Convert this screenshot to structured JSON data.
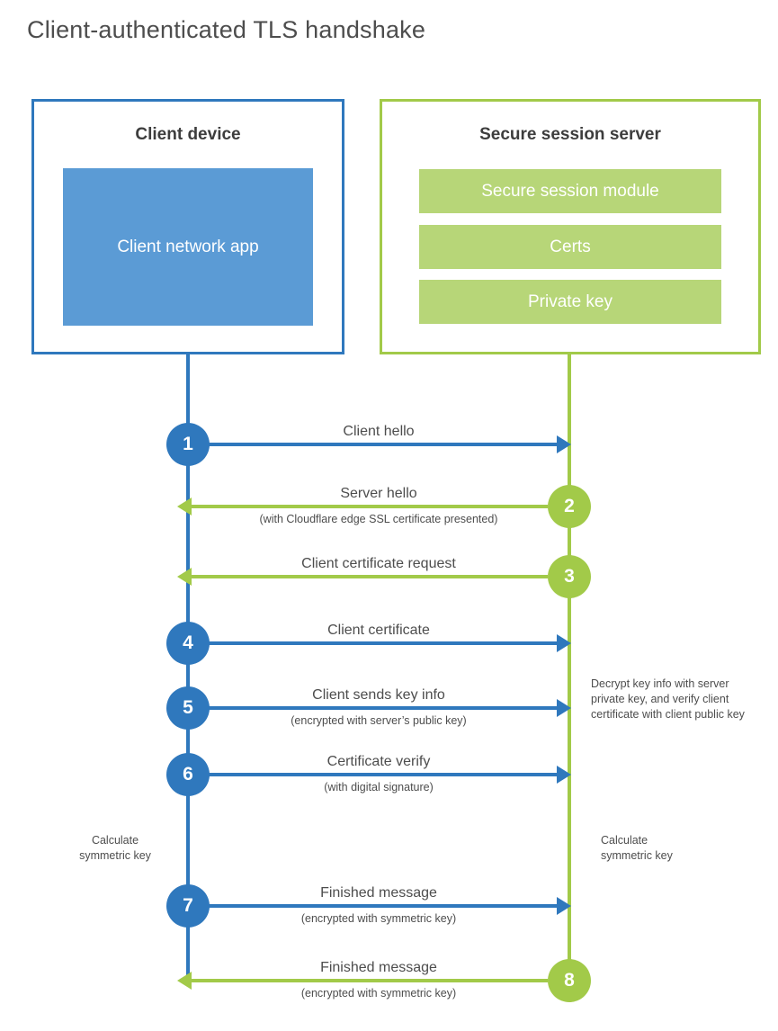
{
  "title": "Client-authenticated TLS handshake",
  "colors": {
    "client_accent": "#2f78bd",
    "client_fill": "#5b9bd5",
    "server_accent": "#a2ca49",
    "server_fill": "#b7d678",
    "text": "#4d4d4d",
    "heading_text": "#3d3d3d",
    "white_text": "#ffffff"
  },
  "client_box": {
    "title": "Client device",
    "app_label": "Client network app"
  },
  "server_box": {
    "title": "Secure session server",
    "modules": [
      "Secure session module",
      "Certs",
      "Private key"
    ]
  },
  "steps": [
    {
      "num": "1",
      "label": "Client hello",
      "sublabel": "",
      "direction": "right",
      "color": "blue"
    },
    {
      "num": "2",
      "label": "Server hello",
      "sublabel": "(with Cloudflare edge SSL certificate presented)",
      "direction": "left",
      "color": "green"
    },
    {
      "num": "3",
      "label": "Client certificate request",
      "sublabel": "",
      "direction": "left",
      "color": "green"
    },
    {
      "num": "4",
      "label": "Client certificate",
      "sublabel": "",
      "direction": "right",
      "color": "blue"
    },
    {
      "num": "5",
      "label": "Client sends key info",
      "sublabel": "(encrypted with server’s public key)",
      "direction": "right",
      "color": "blue"
    },
    {
      "num": "6",
      "label": "Certificate verify",
      "sublabel": "(with digital signature)",
      "direction": "right",
      "color": "blue"
    },
    {
      "num": "7",
      "label": "Finished message",
      "sublabel": "(encrypted with symmetric key)",
      "direction": "right",
      "color": "blue"
    },
    {
      "num": "8",
      "label": "Finished message",
      "sublabel": "(encrypted with symmetric key)",
      "direction": "left",
      "color": "green"
    }
  ],
  "notes": {
    "decrypt": "Decrypt key info with server private key, and verify client certificate with client public key",
    "calc_left": "Calculate symmetric key",
    "calc_right": "Calculate symmetric key"
  }
}
